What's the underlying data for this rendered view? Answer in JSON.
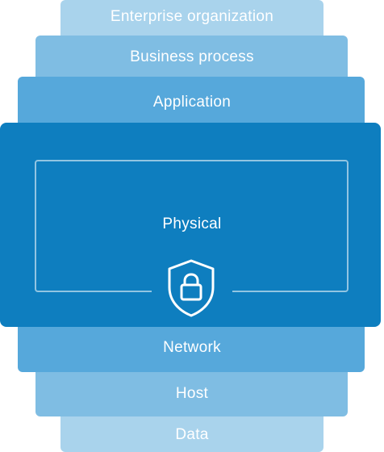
{
  "diagram": {
    "layers": [
      {
        "label": "Enterprise organization"
      },
      {
        "label": "Business process"
      },
      {
        "label": "Application"
      },
      {
        "label": "Physical"
      },
      {
        "label": "Network"
      },
      {
        "label": "Host"
      },
      {
        "label": "Data"
      }
    ],
    "icon": "shield-lock-icon",
    "colors": {
      "outer": "#a9d3ec",
      "second": "#7fbde3",
      "third": "#56a8db",
      "core": "#0e7ebf",
      "text": "#ffffff"
    }
  }
}
